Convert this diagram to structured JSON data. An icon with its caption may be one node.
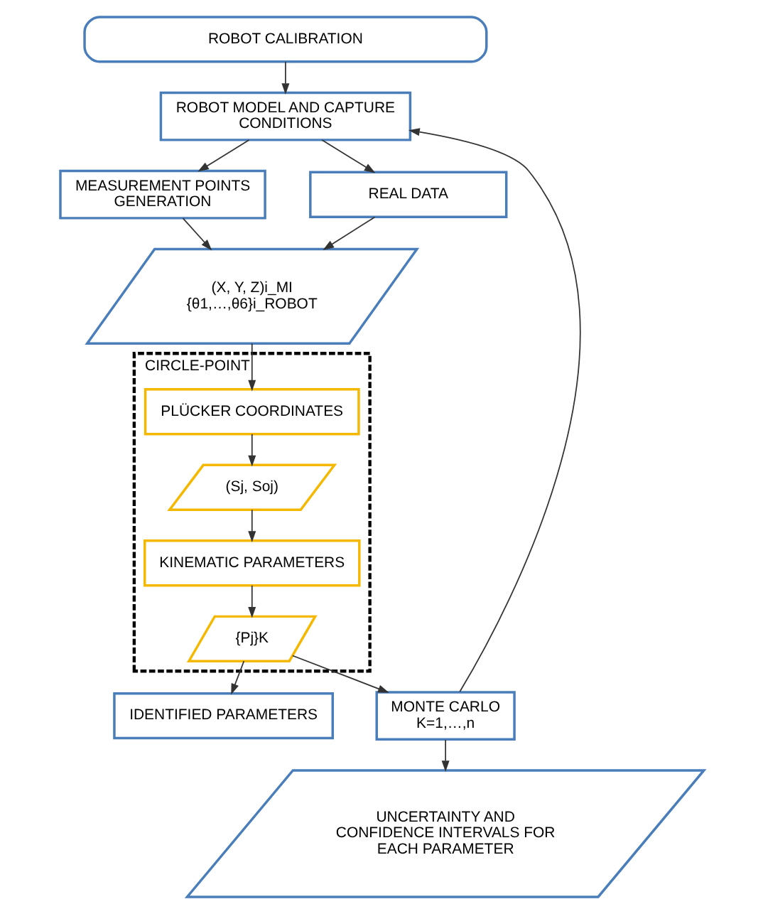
{
  "diagram": {
    "nodes": [
      {
        "text": [
          "ROBOT CALIBRATION"
        ]
      },
      {
        "text": [
          "ROBOT MODEL AND CAPTURE CONDITIONS"
        ]
      },
      {
        "text": [
          "MEASUREMENT POINTS GENERATION"
        ]
      },
      {
        "text": [
          "REAL DATA"
        ]
      },
      {
        "text": [
          "(X, Y, Z)i_MI",
          "{θ1,…,θ6}i_ROBOT"
        ]
      },
      {
        "text": [
          "CIRCLE-POINT"
        ]
      },
      {
        "text": [
          "PLÜCKER COORDINATES"
        ],
        "in": 5
      },
      {
        "text": [
          "(Sj, Soj)"
        ],
        "in": 5
      },
      {
        "text": [
          "KINEMATIC PARAMETERS"
        ],
        "in": 5
      },
      {
        "text": [
          "{Pj}K"
        ],
        "in": 5
      },
      {
        "text": [
          "IDENTIFIED PARAMETERS"
        ]
      },
      {
        "text": [
          "MONTE CARLO",
          "K=1,…,n"
        ]
      },
      {
        "text": [
          "UNCERTAINTY AND CONFIDENCE INTERVALS FOR EACH PARAMETER"
        ]
      }
    ],
    "edges": [
      {
        "from": 0,
        "to": 1,
        "arrow": "to"
      },
      {
        "from": 1,
        "to": 2,
        "arrow": "to"
      },
      {
        "from": 1,
        "to": 3,
        "arrow": "to"
      },
      {
        "from": 2,
        "to": 4,
        "arrow": "to"
      },
      {
        "from": 3,
        "to": 4,
        "arrow": "to"
      },
      {
        "from": 4,
        "to": 6,
        "arrow": "to"
      },
      {
        "from": 6,
        "to": 7,
        "arrow": "to"
      },
      {
        "from": 7,
        "to": 8,
        "arrow": "to"
      },
      {
        "from": 8,
        "to": 9,
        "arrow": "to"
      },
      {
        "from": 9,
        "to": 10,
        "arrow": "to"
      },
      {
        "from": 9,
        "to": 11,
        "arrow": "to"
      },
      {
        "from": 11,
        "to": 12,
        "arrow": "to"
      },
      {
        "from": 11,
        "to": 1,
        "arrow": "to"
      }
    ]
  }
}
